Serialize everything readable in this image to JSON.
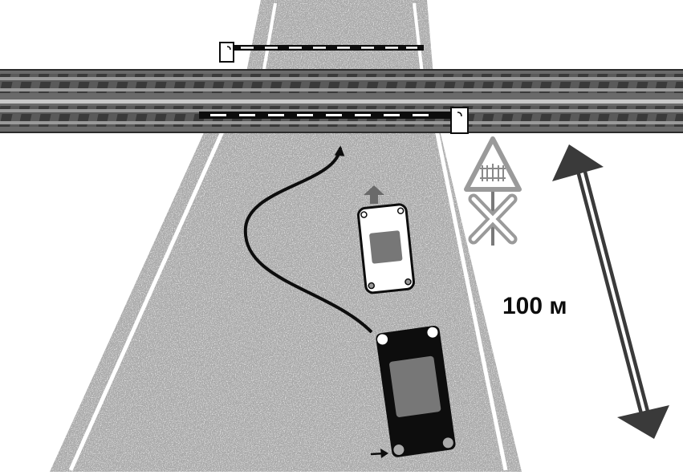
{
  "distance_label": "100 м",
  "colors": {
    "road": "#a9a9a9",
    "rail_bed": "#595959",
    "rail_track": "#2b2b2b",
    "car_dark": "#0d0d0d",
    "car_light": "#ffffff",
    "car_window": "#777777",
    "arrow": "#3a3a3a",
    "sign_gray": "#9a9a9a"
  },
  "icons": {
    "barrier": "boom-gate",
    "sign_triangle": "level-crossing-with-barrier-warning-sign",
    "sign_cross": "st-andrews-cross-sign",
    "direction_arrow": "forward-arrow",
    "distance": "double-headed-arrow"
  }
}
